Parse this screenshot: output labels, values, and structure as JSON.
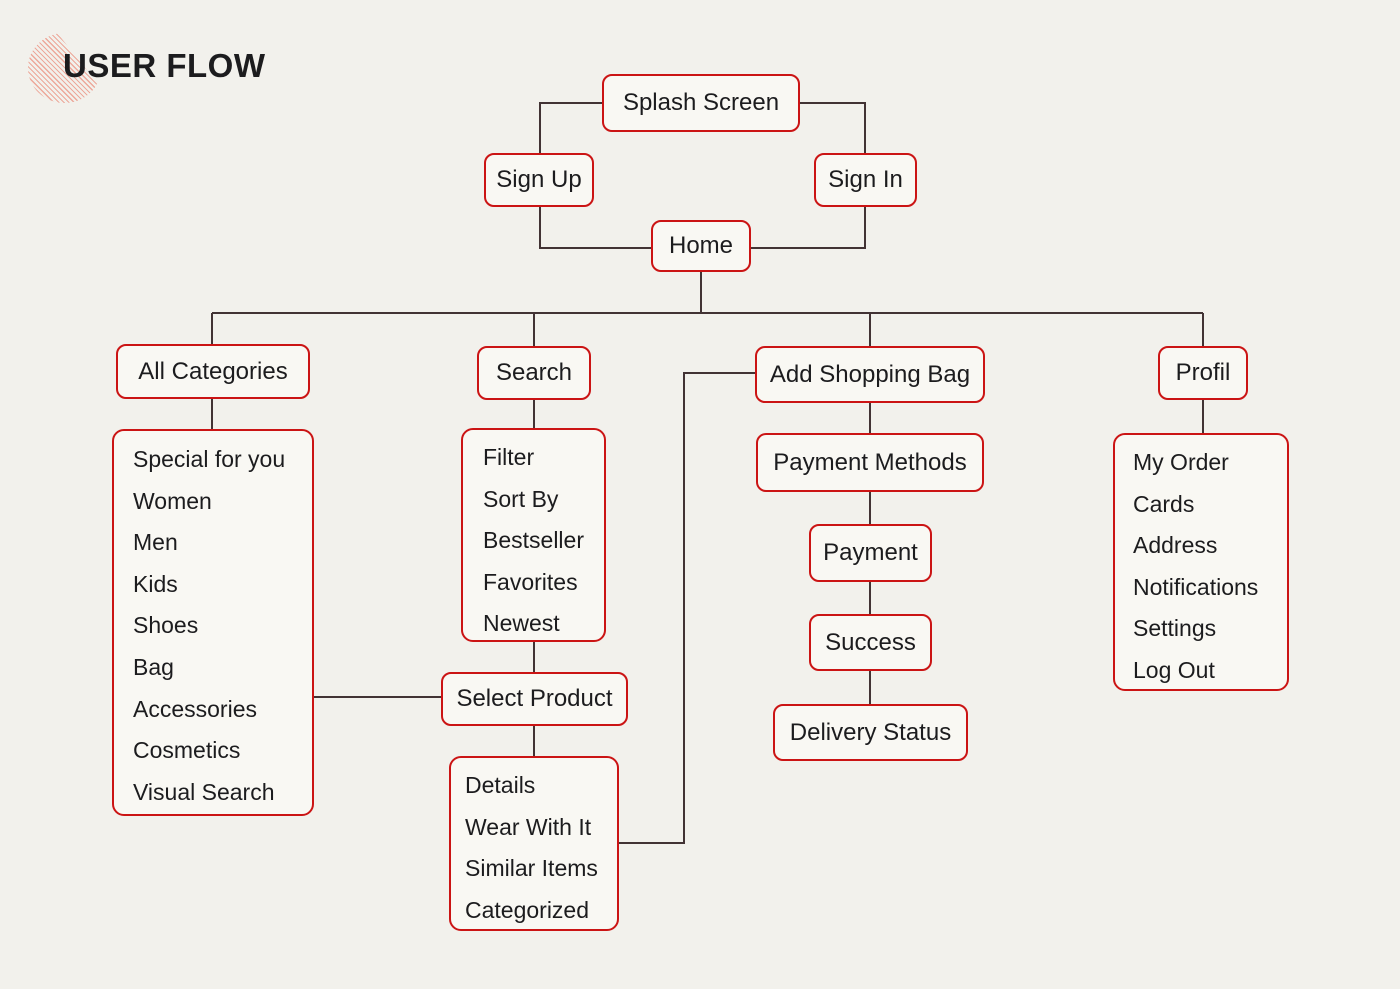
{
  "theme": {
    "background": "#f2f1ec",
    "box_fill": "#f9f8f3",
    "accent_red": "#cb1414",
    "line_color": "#423334",
    "ink": "#1c1c1e",
    "logo_pink": "#eda89a"
  },
  "header": {
    "title": "USER FLOW"
  },
  "nodes": {
    "splash": {
      "label": "Splash Screen"
    },
    "sign_up": {
      "label": "Sign Up"
    },
    "sign_in": {
      "label": "Sign In"
    },
    "home": {
      "label": "Home"
    },
    "all_categories": {
      "label": "All Categories"
    },
    "search": {
      "label": "Search"
    },
    "add_shopping_bag": {
      "label": "Add Shopping Bag"
    },
    "profil": {
      "label": "Profil"
    },
    "select_product": {
      "label": "Select Product"
    },
    "payment_methods": {
      "label": "Payment Methods"
    },
    "payment": {
      "label": "Payment"
    },
    "success": {
      "label": "Success"
    },
    "delivery_status": {
      "label": "Delivery Status"
    }
  },
  "lists": {
    "categories": {
      "items": [
        "Special for you",
        "Women",
        "Men",
        "Kids",
        "Shoes",
        "Bag",
        "Accessories",
        "Cosmetics",
        "Visual Search"
      ]
    },
    "search_options": {
      "items": [
        "Filter",
        "Sort By",
        "Bestseller",
        "Favorites",
        "Newest"
      ]
    },
    "product_details": {
      "items": [
        "Details",
        "Wear With It",
        "Similar Items",
        "Categorized"
      ]
    },
    "profile_options": {
      "items": [
        "My Order",
        "Cards",
        "Address",
        "Notifications",
        "Settings",
        "Log Out"
      ]
    }
  }
}
